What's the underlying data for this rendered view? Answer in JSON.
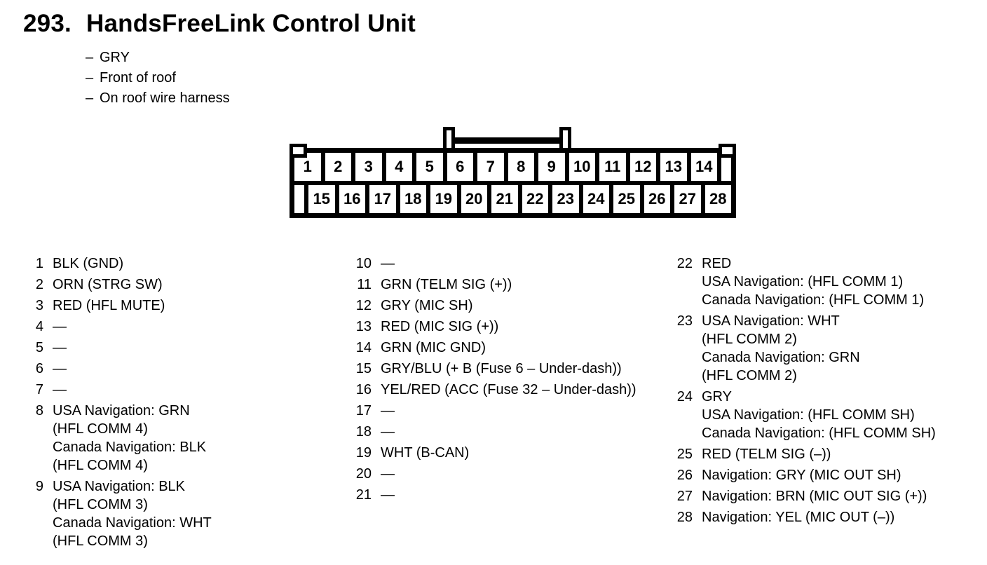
{
  "page": {
    "title_number": "293.",
    "title": "HandsFreeLink Control Unit",
    "detail_dash": "–",
    "details": [
      "GRY",
      "Front of roof",
      "On roof wire harness"
    ]
  },
  "colors": {
    "ink": "#000000",
    "paper": "#ffffff"
  },
  "connector": {
    "top_row_pins": [
      "1",
      "2",
      "3",
      "4",
      "5",
      "6",
      "7",
      "8",
      "9",
      "10",
      "11",
      "12",
      "13",
      "14"
    ],
    "bottom_row_pins": [
      "15",
      "16",
      "17",
      "18",
      "19",
      "20",
      "21",
      "22",
      "23",
      "24",
      "25",
      "26",
      "27",
      "28"
    ]
  },
  "pinout_columns": [
    {
      "entries": [
        {
          "num": "1",
          "lines": [
            "BLK (GND)"
          ]
        },
        {
          "num": "2",
          "lines": [
            "ORN (STRG SW)"
          ]
        },
        {
          "num": "3",
          "lines": [
            "RED (HFL MUTE)"
          ]
        },
        {
          "num": "4",
          "lines": [
            "—"
          ]
        },
        {
          "num": "5",
          "lines": [
            "—"
          ]
        },
        {
          "num": "6",
          "lines": [
            "—"
          ]
        },
        {
          "num": "7",
          "lines": [
            "—"
          ]
        },
        {
          "num": "8",
          "lines": [
            "USA Navigation: GRN",
            "(HFL COMM 4)",
            "Canada Navigation: BLK",
            "(HFL COMM 4)"
          ]
        },
        {
          "num": "9",
          "lines": [
            "USA Navigation: BLK",
            "(HFL COMM 3)",
            "Canada Navigation: WHT",
            "(HFL COMM 3)"
          ]
        }
      ]
    },
    {
      "entries": [
        {
          "num": "10",
          "lines": [
            "—"
          ]
        },
        {
          "num": "11",
          "lines": [
            "GRN (TELM SIG (+))"
          ]
        },
        {
          "num": "12",
          "lines": [
            "GRY (MIC SH)"
          ]
        },
        {
          "num": "13",
          "lines": [
            "RED (MIC SIG (+))"
          ]
        },
        {
          "num": "14",
          "lines": [
            "GRN (MIC GND)"
          ]
        },
        {
          "num": "15",
          "lines": [
            "GRY/BLU (+ B (Fuse 6 – Under-dash))"
          ]
        },
        {
          "num": "16",
          "lines": [
            "YEL/RED (ACC (Fuse 32 – Under-dash))"
          ]
        },
        {
          "num": "17",
          "lines": [
            "—"
          ]
        },
        {
          "num": "18",
          "lines": [
            "—"
          ]
        },
        {
          "num": "19",
          "lines": [
            "WHT (B-CAN)"
          ]
        },
        {
          "num": "20",
          "lines": [
            "—"
          ]
        },
        {
          "num": "21",
          "lines": [
            "—"
          ]
        }
      ]
    },
    {
      "entries": [
        {
          "num": "22",
          "lines": [
            "RED",
            "USA Navigation: (HFL COMM 1)",
            "Canada Navigation: (HFL COMM 1)"
          ]
        },
        {
          "num": "23",
          "lines": [
            "USA Navigation: WHT",
            "(HFL COMM 2)",
            "Canada Navigation: GRN",
            "(HFL COMM 2)"
          ]
        },
        {
          "num": "24",
          "lines": [
            "GRY",
            "USA Navigation: (HFL COMM SH)",
            "Canada Navigation: (HFL COMM SH)"
          ]
        },
        {
          "num": "25",
          "lines": [
            "RED (TELM SIG (–))"
          ]
        },
        {
          "num": "26",
          "lines": [
            "Navigation: GRY (MIC OUT SH)"
          ]
        },
        {
          "num": "27",
          "lines": [
            "Navigation: BRN (MIC OUT SIG (+))"
          ]
        },
        {
          "num": "28",
          "lines": [
            "Navigation: YEL (MIC OUT (–))"
          ]
        }
      ]
    }
  ]
}
